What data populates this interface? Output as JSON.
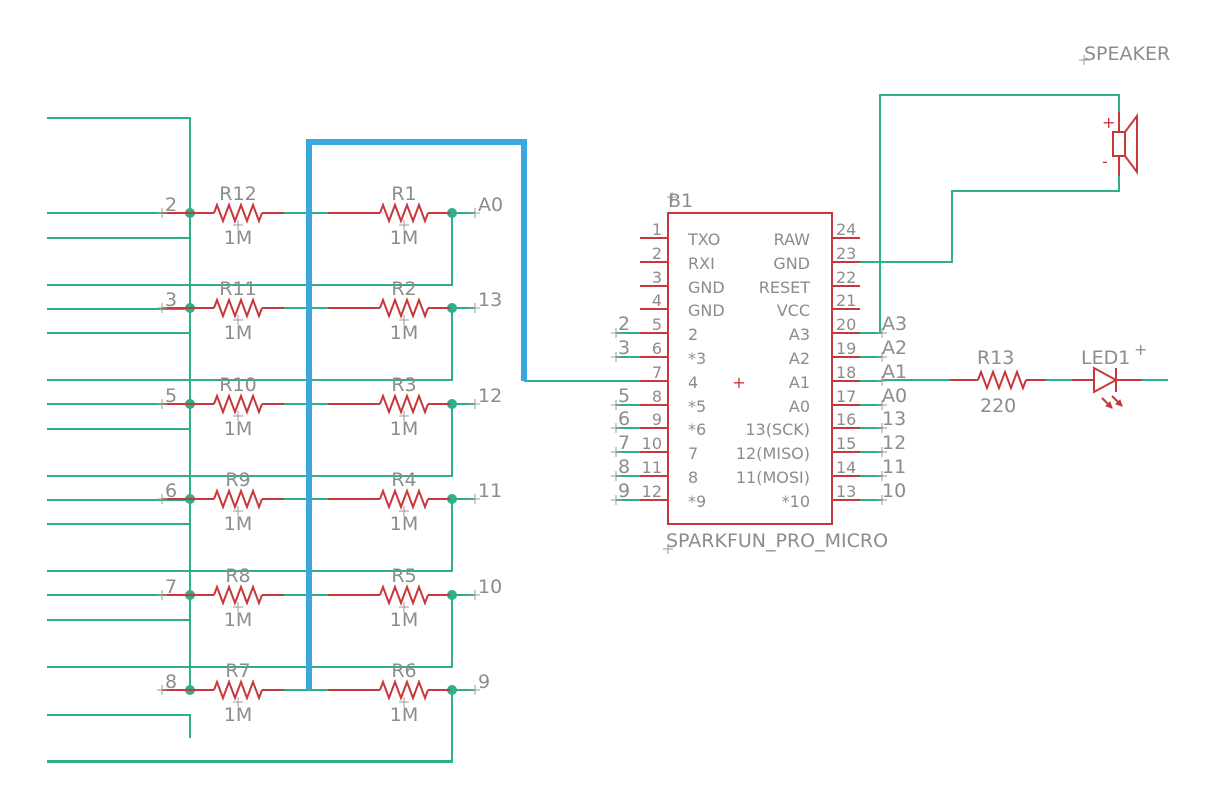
{
  "colors": {
    "wire": "#2fae8c",
    "bus": "#3aa8dd",
    "part": "#c8373a",
    "text": "#8c8c8c"
  },
  "resistor_rows": [
    {
      "left_name": "R12",
      "left_value": "1M",
      "left_pin": "2",
      "right_name": "R1",
      "right_value": "1M",
      "right_net": "A0"
    },
    {
      "left_name": "R11",
      "left_value": "1M",
      "left_pin": "3",
      "right_name": "R2",
      "right_value": "1M",
      "right_net": "13"
    },
    {
      "left_name": "R10",
      "left_value": "1M",
      "left_pin": "5",
      "right_name": "R3",
      "right_value": "1M",
      "right_net": "12"
    },
    {
      "left_name": "R9",
      "left_value": "1M",
      "left_pin": "6",
      "right_name": "R4",
      "right_value": "1M",
      "right_net": "11"
    },
    {
      "left_name": "R8",
      "left_value": "1M",
      "left_pin": "7",
      "right_name": "R5",
      "right_value": "1M",
      "right_net": "10"
    },
    {
      "left_name": "R7",
      "left_value": "1M",
      "left_pin": "8",
      "right_name": "R6",
      "right_value": "1M",
      "right_net": "9"
    }
  ],
  "mcu": {
    "ref": "B1",
    "name": "SPARKFUN_PRO_MICRO",
    "left_pins": [
      {
        "num": "1",
        "label": "TXO",
        "net": ""
      },
      {
        "num": "2",
        "label": "RXI",
        "net": ""
      },
      {
        "num": "3",
        "label": "GND",
        "net": ""
      },
      {
        "num": "4",
        "label": "GND",
        "net": ""
      },
      {
        "num": "5",
        "label": "2",
        "net": "2"
      },
      {
        "num": "6",
        "label": "*3",
        "net": "3"
      },
      {
        "num": "7",
        "label": "4",
        "net": ""
      },
      {
        "num": "8",
        "label": "*5",
        "net": "5"
      },
      {
        "num": "9",
        "label": "*6",
        "net": "6"
      },
      {
        "num": "10",
        "label": "7",
        "net": "7"
      },
      {
        "num": "11",
        "label": "8",
        "net": "8"
      },
      {
        "num": "12",
        "label": "*9",
        "net": "9"
      }
    ],
    "right_pins": [
      {
        "num": "24",
        "label": "RAW",
        "net": ""
      },
      {
        "num": "23",
        "label": "GND",
        "net": ""
      },
      {
        "num": "22",
        "label": "RESET",
        "net": ""
      },
      {
        "num": "21",
        "label": "VCC",
        "net": ""
      },
      {
        "num": "20",
        "label": "A3",
        "net": "A3"
      },
      {
        "num": "19",
        "label": "A2",
        "net": "A2"
      },
      {
        "num": "18",
        "label": "A1",
        "net": "A1"
      },
      {
        "num": "17",
        "label": "A0",
        "net": "A0"
      },
      {
        "num": "16",
        "label": "13(SCK)",
        "net": "13"
      },
      {
        "num": "15",
        "label": "12(MISO)",
        "net": "12"
      },
      {
        "num": "14",
        "label": "11(MOSI)",
        "net": "11"
      },
      {
        "num": "13",
        "label": "*10",
        "net": "10"
      }
    ]
  },
  "speaker": {
    "name": "SPEAKER",
    "plus": "+",
    "minus": "-"
  },
  "r13": {
    "name": "R13",
    "value": "220"
  },
  "led": {
    "name": "LED1",
    "plus": "+"
  }
}
